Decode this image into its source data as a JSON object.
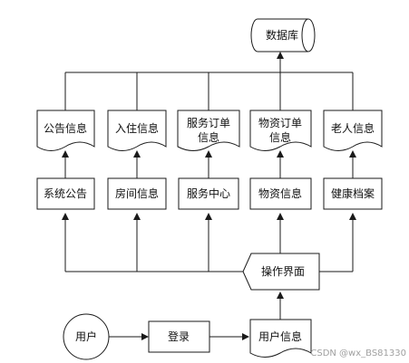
{
  "database": {
    "label": "数据库"
  },
  "documents": [
    {
      "id": "announce-info",
      "lines": [
        "公告信息"
      ]
    },
    {
      "id": "checkin-info",
      "lines": [
        "入住信息"
      ]
    },
    {
      "id": "service-order-info",
      "lines": [
        "服务订单",
        "信息"
      ]
    },
    {
      "id": "material-order-info",
      "lines": [
        "物资订单",
        "信息"
      ]
    },
    {
      "id": "elder-info",
      "lines": [
        "老人信息"
      ]
    }
  ],
  "modules": [
    {
      "id": "system-announce",
      "label": "系统公告"
    },
    {
      "id": "room-info",
      "label": "房间信息"
    },
    {
      "id": "service-center",
      "label": "服务中心"
    },
    {
      "id": "material-info",
      "label": "物资信息"
    },
    {
      "id": "health-records",
      "label": "健康档案"
    }
  ],
  "operation": {
    "label": "操作界面"
  },
  "user": {
    "label": "用户"
  },
  "login": {
    "label": "登录"
  },
  "user_info": {
    "label": "用户信息"
  },
  "watermark": "CSDN @wx_BS81330"
}
